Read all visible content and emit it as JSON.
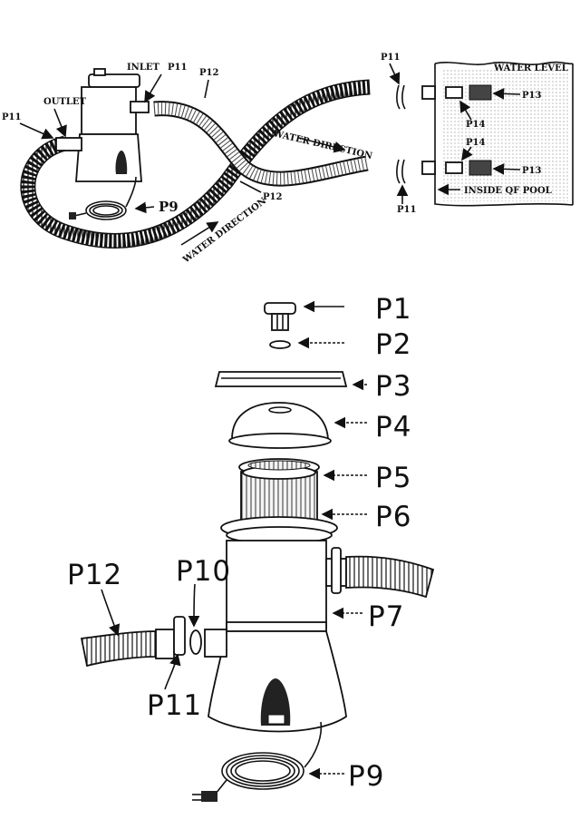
{
  "setup": {
    "inlet": "INLET",
    "outlet": "OUTLET",
    "water_level": "WATER LEVEL",
    "water_direction_1": "WATER DIRECTION",
    "water_direction_2": "WATER DIRECTION",
    "inside_pool": "INSIDE QF POOL",
    "labels": {
      "p11_top": "P11",
      "p12_top": "P12",
      "p11_left": "P11",
      "p9": "P9",
      "p12_mid": "P12",
      "p11_right_top": "P11",
      "p11_right_bottom": "P11",
      "p13_top": "P13",
      "p14_top": "P14",
      "p14_bottom": "P14",
      "p13_bottom": "P13"
    }
  },
  "exploded": {
    "labels": {
      "p1": "P1",
      "p2": "P2",
      "p3": "P3",
      "p4": "P4",
      "p5": "P5",
      "p6": "P6",
      "p7": "P7",
      "p9": "P9",
      "p10": "P10",
      "p11": "P11",
      "p12": "P12"
    }
  }
}
